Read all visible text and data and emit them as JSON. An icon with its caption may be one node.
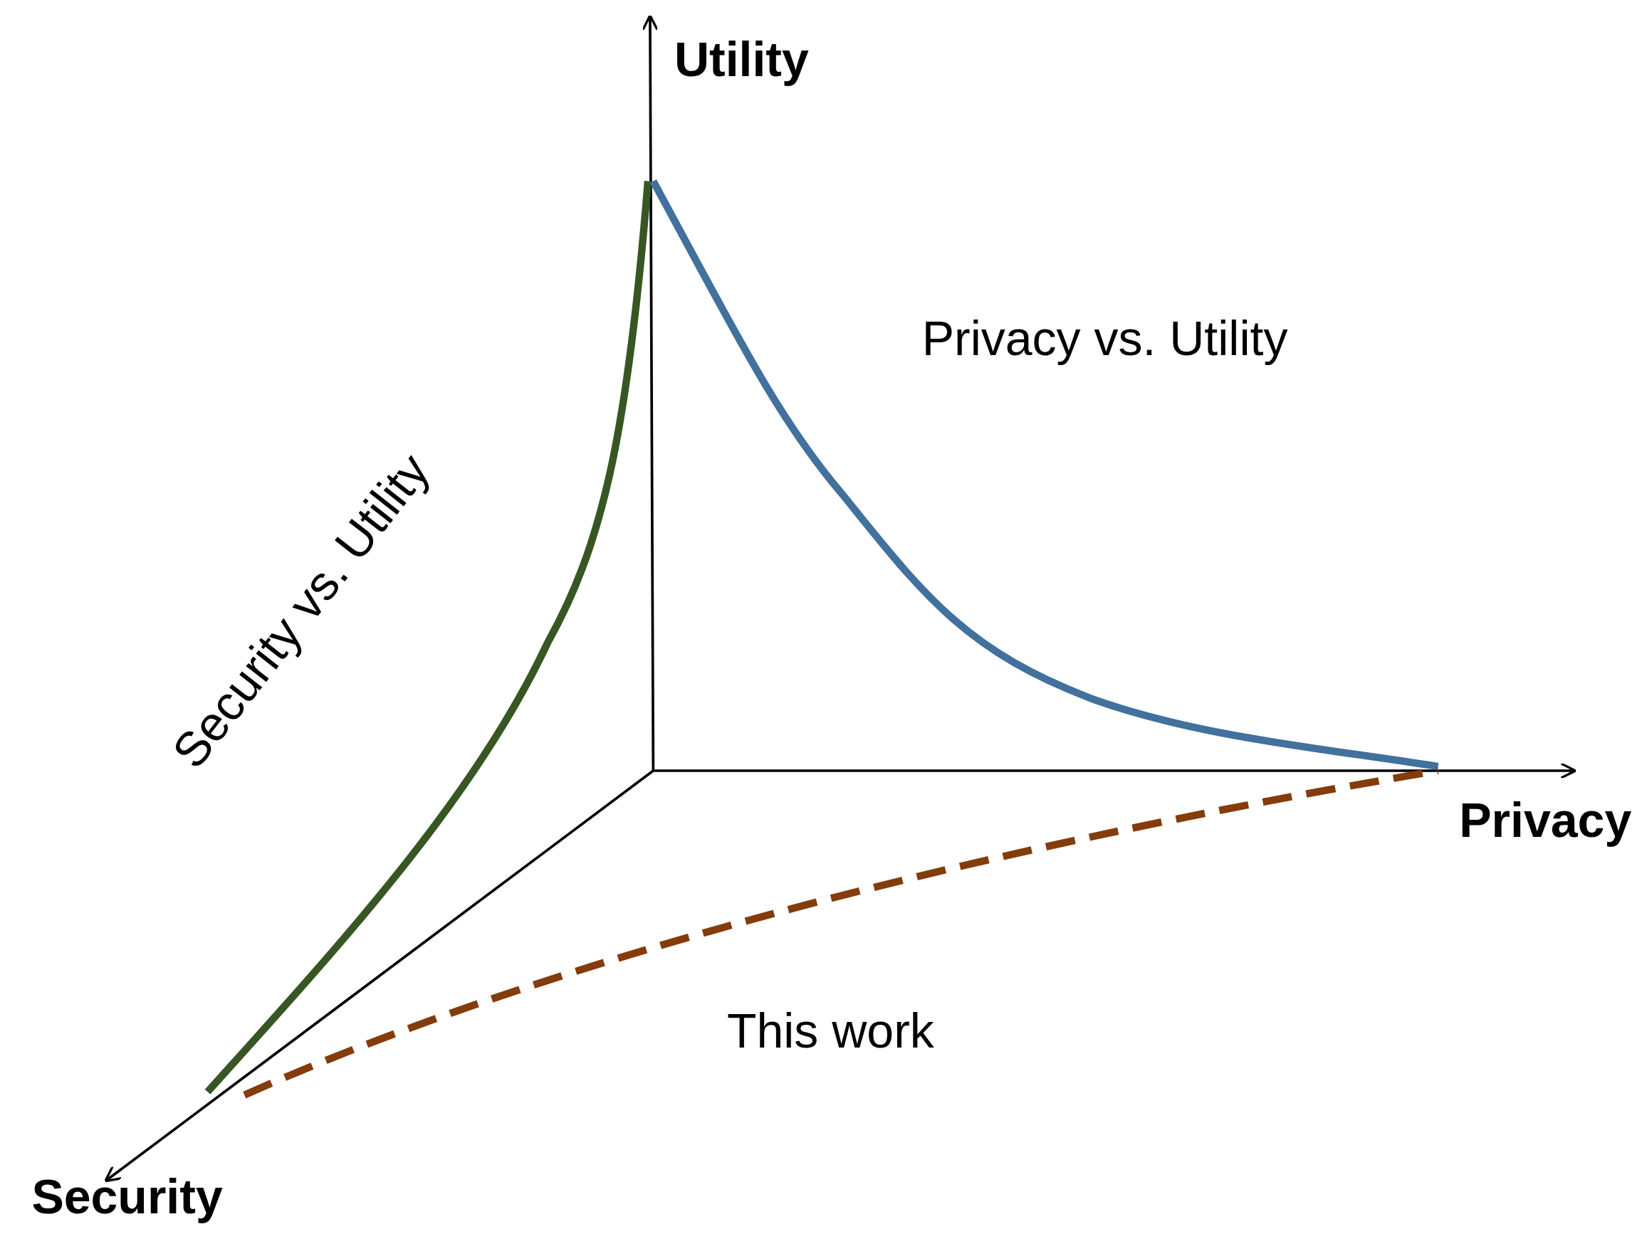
{
  "diagram": {
    "labels": [
      "Utility",
      "Privacy vs. Utility",
      "Security vs. Utility",
      "Privacy",
      "This work",
      "Security"
    ]
  }
}
